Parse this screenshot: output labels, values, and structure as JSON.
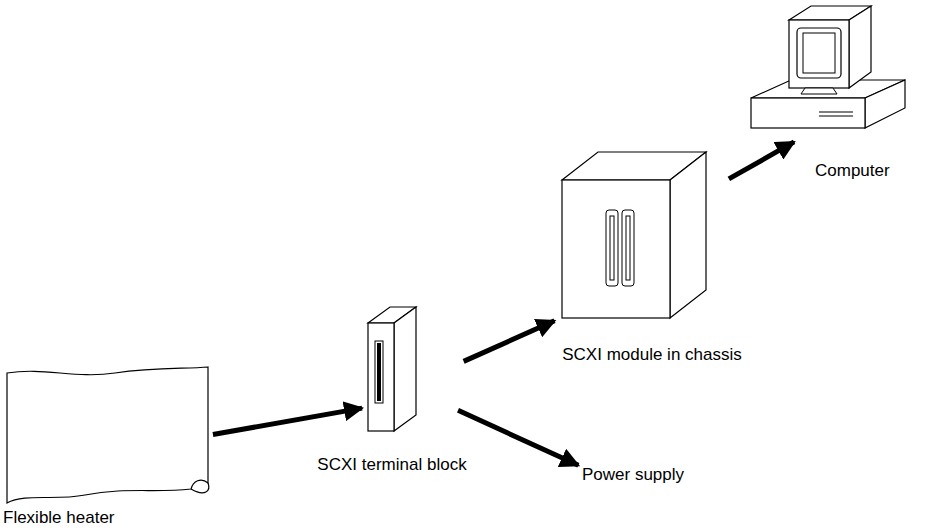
{
  "diagram": {
    "nodes": [
      {
        "text": [
          "Flexible heater"
        ]
      },
      {
        "text": [
          "SCXI terminal block"
        ]
      },
      {
        "text": [
          "SCXI module in chassis"
        ]
      },
      {
        "text": [
          "Power supply"
        ]
      },
      {
        "text": [
          "Computer"
        ]
      }
    ],
    "edges": [
      {
        "from": 0,
        "to": 1,
        "arrow": "to"
      },
      {
        "from": 1,
        "to": 2,
        "arrow": "to"
      },
      {
        "from": 1,
        "to": 3,
        "arrow": "to"
      },
      {
        "from": 2,
        "to": 4,
        "arrow": "to"
      }
    ]
  }
}
